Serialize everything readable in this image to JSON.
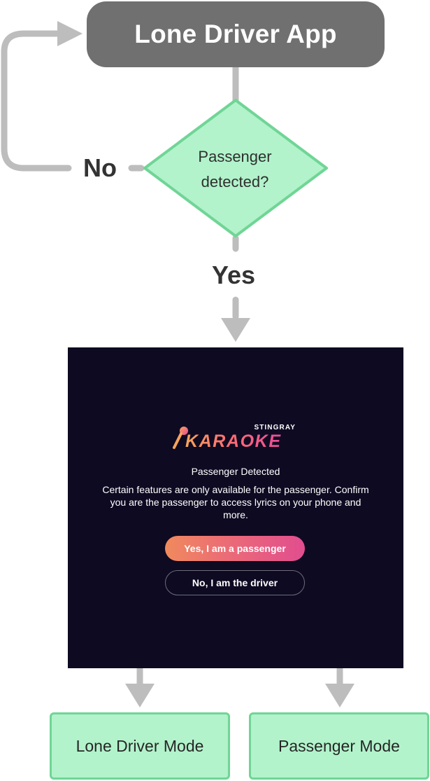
{
  "diagram": {
    "start_node": "Lone Driver App",
    "decision_lines": [
      "Passenger",
      "detected?"
    ],
    "no_label": "No",
    "yes_label": "Yes",
    "lone_driver_mode": "Lone Driver Mode",
    "passenger_mode": "Passenger Mode"
  },
  "screen": {
    "brand_small": "STINGRAY",
    "brand_main": "KARAOKE",
    "title": "Passenger Detected",
    "body": "Certain features are only available for the passenger. Confirm you are the passenger to access lyrics on your phone and more.",
    "primary_button": "Yes, I am a passenger",
    "secondary_button": "No, I am the driver"
  },
  "colors": {
    "start_fill": "#707070",
    "decision_fill": "#b2f3cb",
    "decision_stroke": "#70d596",
    "connector": "#bdbdbd",
    "screen_background": "#0e0a22",
    "button_gradient_start": "#f08a5d",
    "button_gradient_end": "#e14d8f"
  },
  "icons": {
    "brand_icon": "microphone-icon"
  }
}
